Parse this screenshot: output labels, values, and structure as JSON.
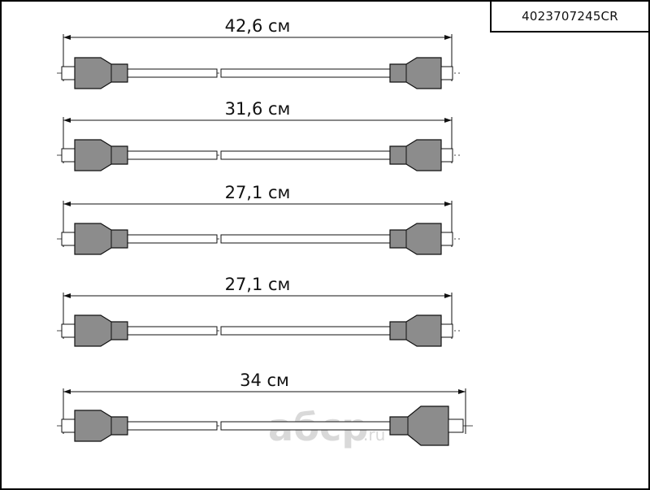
{
  "part_number": "4023707245CR",
  "wires": [
    {
      "label": "42,6 см",
      "big_right_boot": false
    },
    {
      "label": "31,6 см",
      "big_right_boot": false
    },
    {
      "label": "27,1 см",
      "big_right_boot": false
    },
    {
      "label": "27,1 см",
      "big_right_boot": false
    },
    {
      "label": "34 см",
      "big_right_boot": true
    }
  ],
  "watermark": {
    "main": "aбcp",
    "sub": ".ru"
  },
  "colors": {
    "boot": "#8c8c8c",
    "line": "#111111",
    "watermark": "#d9d9d9"
  }
}
